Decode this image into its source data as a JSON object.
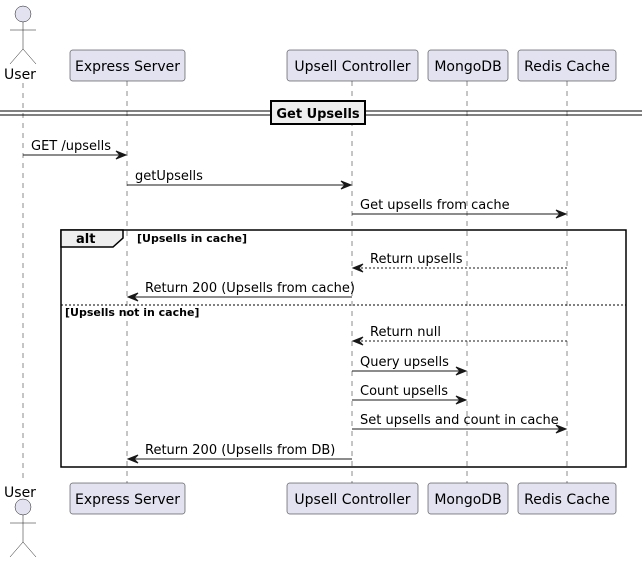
{
  "diagram": {
    "type": "sequence",
    "participants": [
      {
        "id": "user",
        "label": "User",
        "kind": "actor"
      },
      {
        "id": "express",
        "label": "Express Server",
        "kind": "participant"
      },
      {
        "id": "controller",
        "label": "Upsell Controller",
        "kind": "participant"
      },
      {
        "id": "mongo",
        "label": "MongoDB",
        "kind": "participant"
      },
      {
        "id": "redis",
        "label": "Redis Cache",
        "kind": "participant"
      }
    ],
    "divider": {
      "label": "Get Upsells"
    },
    "messages": [
      {
        "from": "user",
        "to": "express",
        "label": "GET /upsells",
        "style": "solid"
      },
      {
        "from": "express",
        "to": "controller",
        "label": "getUpsells",
        "style": "solid"
      },
      {
        "from": "controller",
        "to": "redis",
        "label": "Get upsells from cache",
        "style": "solid"
      },
      {
        "from": "redis",
        "to": "controller",
        "label": "Return upsells",
        "style": "dashed"
      },
      {
        "from": "controller",
        "to": "express",
        "label": "Return 200 (Upsells from cache)",
        "style": "solid"
      },
      {
        "from": "redis",
        "to": "controller",
        "label": "Return null",
        "style": "dashed"
      },
      {
        "from": "controller",
        "to": "mongo",
        "label": "Query upsells",
        "style": "solid"
      },
      {
        "from": "controller",
        "to": "mongo",
        "label": "Count upsells",
        "style": "solid"
      },
      {
        "from": "controller",
        "to": "redis",
        "label": "Set upsells and count in cache",
        "style": "solid"
      },
      {
        "from": "controller",
        "to": "express",
        "label": "Return 200 (Upsells from DB)",
        "style": "solid"
      }
    ],
    "fragment": {
      "operator": "alt",
      "branches": [
        {
          "guard": "[Upsells in cache]",
          "messages": [
            3,
            4
          ]
        },
        {
          "guard": "[Upsells not in cache]",
          "messages": [
            5,
            6,
            7,
            8,
            9
          ]
        }
      ]
    }
  }
}
